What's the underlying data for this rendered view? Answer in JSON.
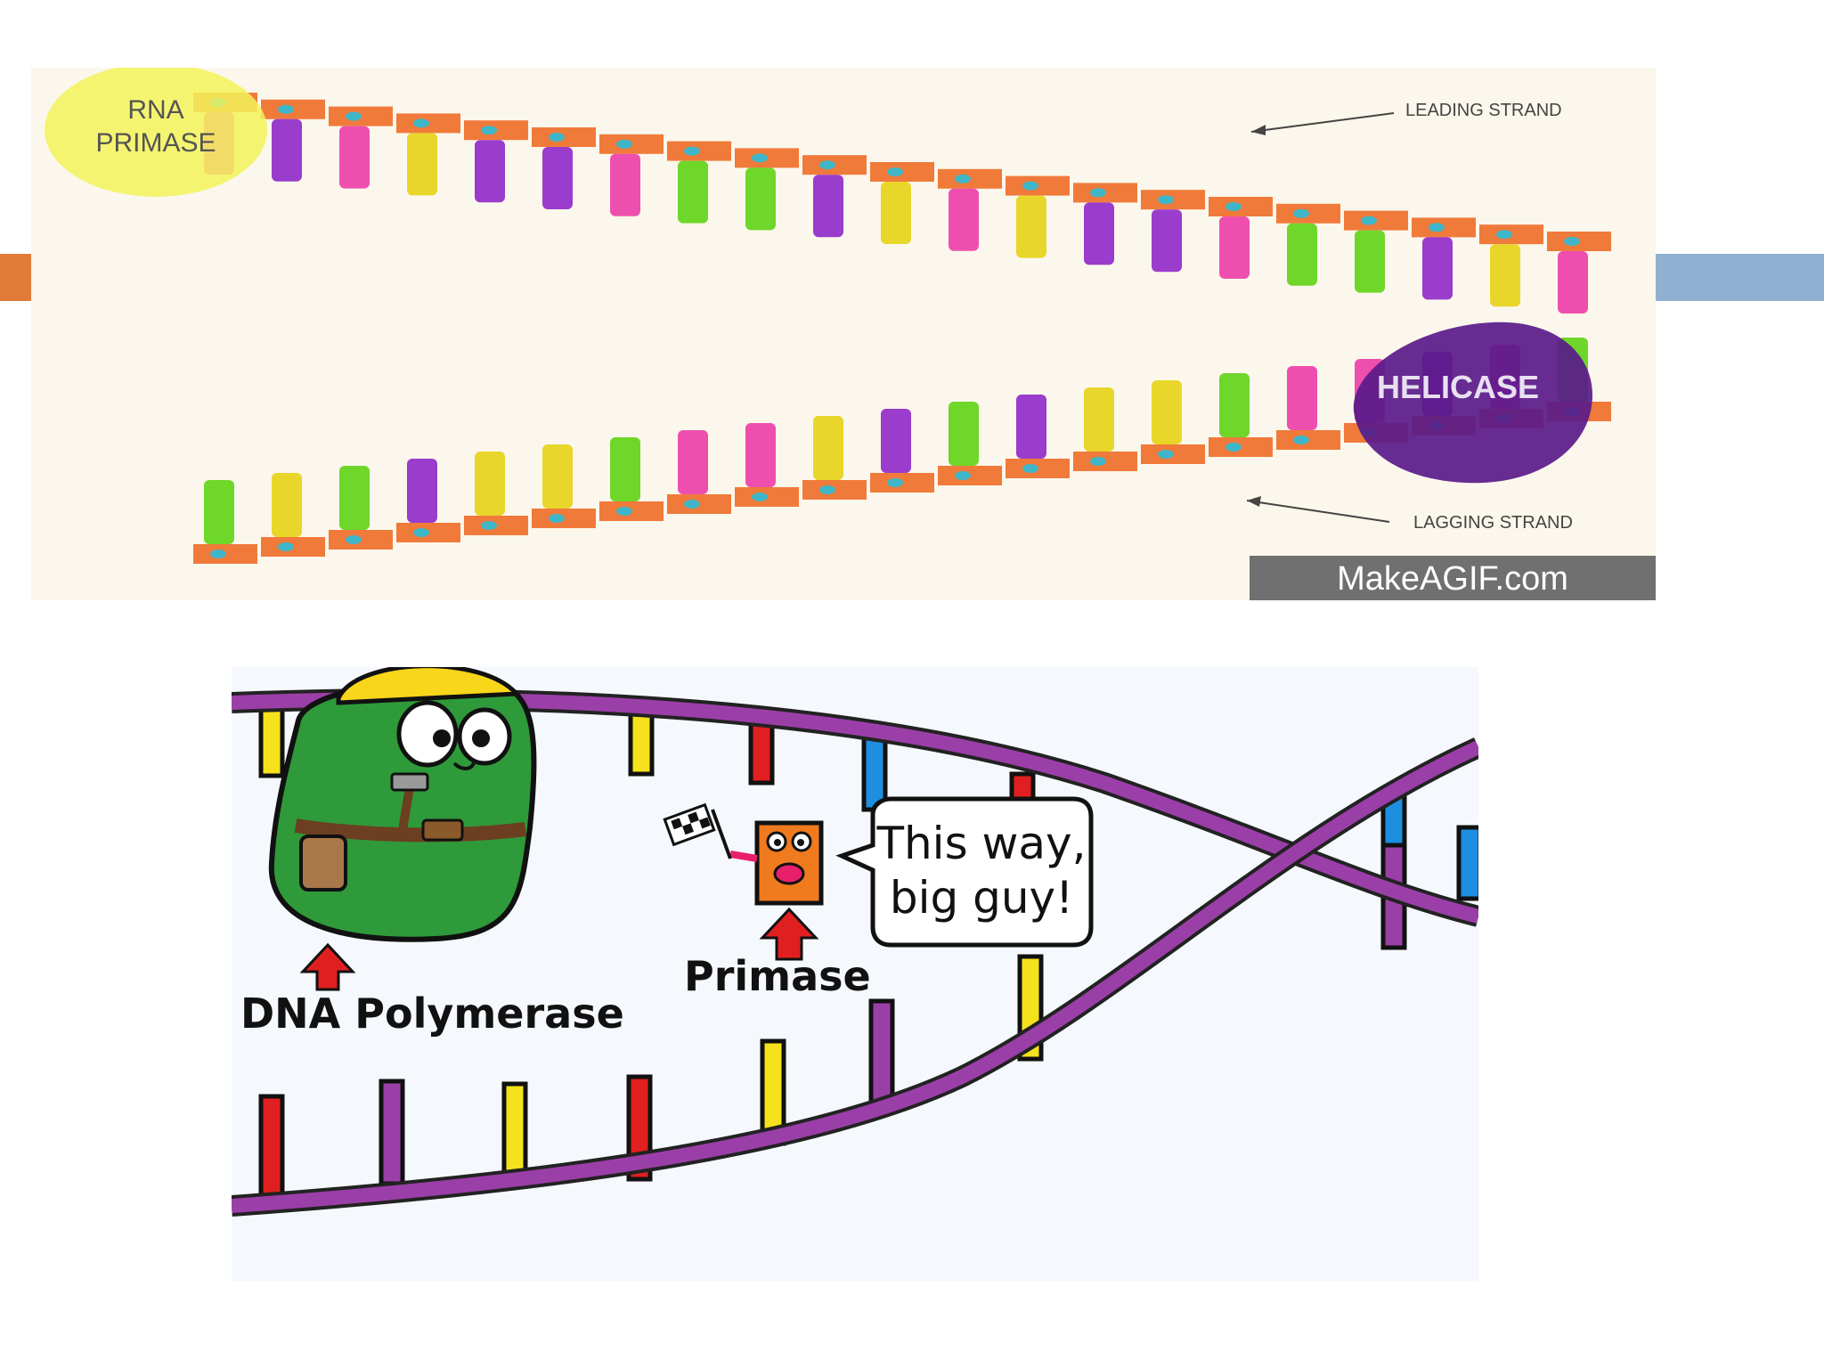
{
  "slide": {
    "accent_left_color": "#e07b39",
    "accent_right_color": "#8fb0d0"
  },
  "replication_animation": {
    "rna_primase_label_line1": "RNA",
    "rna_primase_label_line2": "PRIMASE",
    "leading_strand_label": "LEADING STRAND",
    "lagging_strand_label": "LAGGING STRAND",
    "helicase_label": "HELICASE",
    "watermark": "MakeAGIF.com",
    "colors": {
      "backbone": "#f07a3a",
      "nucleotide_pink": "#ee4fae",
      "nucleotide_purple": "#9a3ccc",
      "nucleotide_yellow": "#e9d62a",
      "nucleotide_green": "#6fd62a",
      "helicase": "#5a1a8a",
      "primase_glow": "#f3f35a"
    }
  },
  "cartoon": {
    "dna_polymerase_label": "DNA Polymerase",
    "primase_label": "Primase",
    "speech_line1": "This way,",
    "speech_line2": "big guy!",
    "colors": {
      "backbone": "#9b3fa8",
      "base_red": "#e02020",
      "base_yellow": "#f5e21c",
      "base_blue": "#1e8fe0",
      "polymerase_body": "#2f9a3a",
      "hard_hat": "#f8d61a",
      "primase_body": "#f07a1e",
      "arrow": "#e02020"
    }
  }
}
